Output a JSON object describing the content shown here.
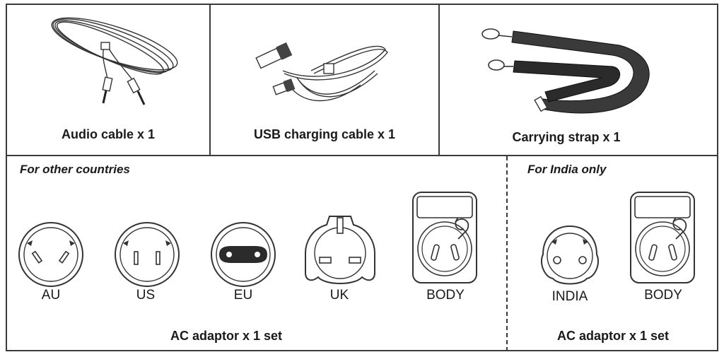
{
  "accessories": {
    "audio_cable": "Audio cable x 1",
    "usb_cable": "USB charging cable x 1",
    "strap": "Carrying strap x 1"
  },
  "other": {
    "heading": "For other countries",
    "plugs": [
      "AU",
      "US",
      "EU",
      "UK",
      "BODY"
    ],
    "caption": "AC adaptor x 1 set"
  },
  "india": {
    "heading": "For India only",
    "plugs": [
      "INDIA",
      "BODY"
    ],
    "caption": "AC adaptor x 1 set"
  }
}
